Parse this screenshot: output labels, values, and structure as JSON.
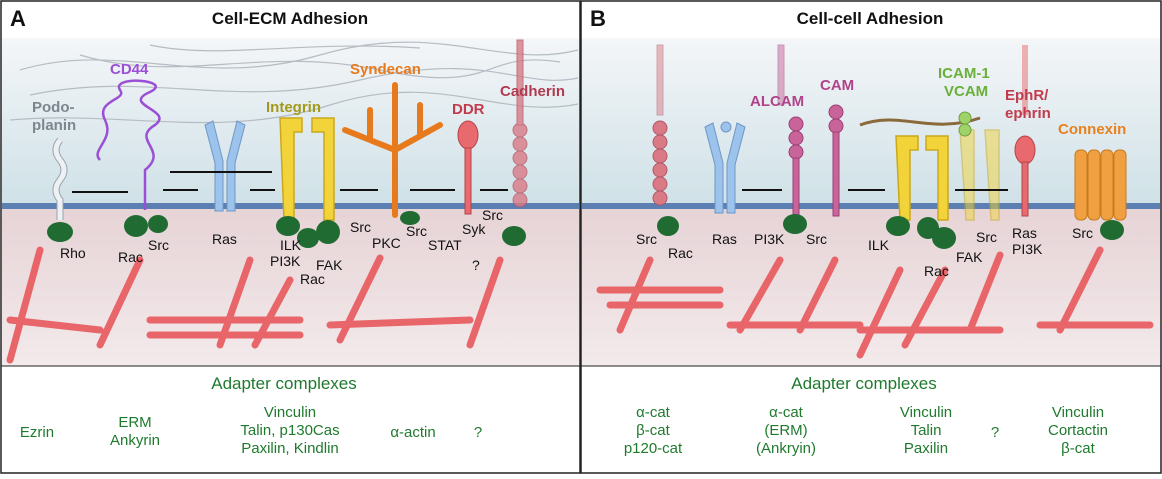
{
  "panels": [
    {
      "letter": "A",
      "title": "Cell-ECM Adhesion",
      "proteins": {
        "podoplanin_1": "Podo-",
        "podoplanin_2": "planin",
        "cd44": "CD44",
        "integrin": "Integrin",
        "syndecan": "Syndecan",
        "ddr": "DDR",
        "cadherin": "Cadherin"
      },
      "signals": {
        "rho": "Rho",
        "rac1": "Rac",
        "src1": "Src",
        "ras": "Ras",
        "ilk": "ILK",
        "pi3k": "PI3K",
        "fak": "FAK",
        "rac2": "Rac",
        "src2": "Src",
        "pkc": "PKC",
        "src3": "Src",
        "stat": "STAT",
        "syk": "Syk",
        "src4": "Src",
        "q": "?"
      },
      "adapter_heading": "Adapter complexes",
      "adapters": [
        [
          "Ezrin"
        ],
        [
          "ERM",
          "Ankyrin"
        ],
        [
          "Vinculin",
          "Talin, p130Cas",
          "Paxilin, Kindlin"
        ],
        [
          "α-actin"
        ],
        [
          "?"
        ]
      ]
    },
    {
      "letter": "B",
      "title": "Cell-cell Adhesion",
      "proteins": {
        "alcam": "ALCAM",
        "cam": "CAM",
        "icam_1": "ICAM-1",
        "icam_2": "VCAM",
        "ephr_1": "EphR/",
        "ephr_2": "ephrin",
        "connexin": "Connexin"
      },
      "signals": {
        "src1": "Src",
        "rac1": "Rac",
        "ras1": "Ras",
        "pi3k1": "PI3K",
        "src2": "Src",
        "ilk": "ILK",
        "rac2": "Rac",
        "fak": "FAK",
        "src3": "Src",
        "ras2": "Ras",
        "pi3k2": "PI3K",
        "src4": "Src"
      },
      "adapter_heading": "Adapter complexes",
      "adapters": [
        [
          "α-cat",
          "β-cat",
          "p120-cat"
        ],
        [
          "α-cat",
          "(ERM)",
          "(Ankryin)"
        ],
        [
          "Vinculin",
          "Talin",
          "Paxilin"
        ],
        [
          "?"
        ],
        [
          "Vinculin",
          "Cortactin",
          "β-cat"
        ]
      ]
    }
  ],
  "colors": {
    "adapter_text": "#1f7a2e",
    "membrane": "#5b7fb2",
    "actin": "#e8585c",
    "kinase": "#1f6b32",
    "cd44": "#9b4fd6",
    "syndecan": "#e87a1e",
    "integrin": "#f2d43a",
    "ras": "#9cc3ec",
    "ddr": "#e86a6e",
    "cadherin": "#d97a86",
    "alcam": "#c9649a",
    "icam": "#9fd36a",
    "connexin": "#f0a040"
  }
}
